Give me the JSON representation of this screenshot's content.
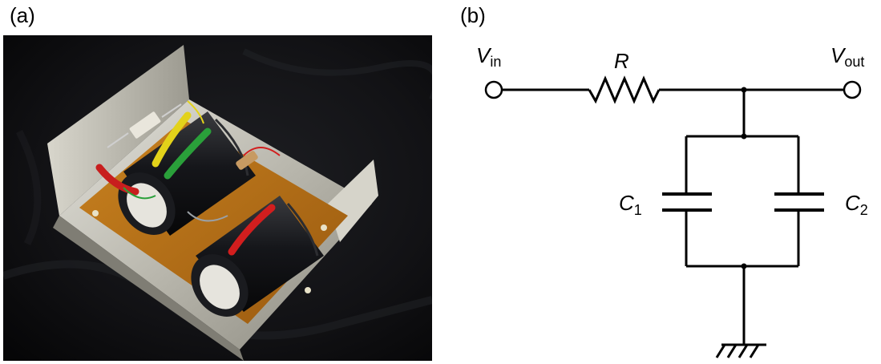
{
  "panels": {
    "a_label": "(a)",
    "b_label": "(b)"
  },
  "photo": {
    "subject": "filter-circuit-photo",
    "background_color": "#0d0d0f"
  },
  "circuit": {
    "vin_symbol": "V",
    "vin_subscript": "in",
    "vout_symbol": "V",
    "vout_subscript": "out",
    "resistor_label": "R",
    "c1_symbol": "C",
    "c1_subscript": "1",
    "c2_symbol": "C",
    "c2_subscript": "2"
  }
}
